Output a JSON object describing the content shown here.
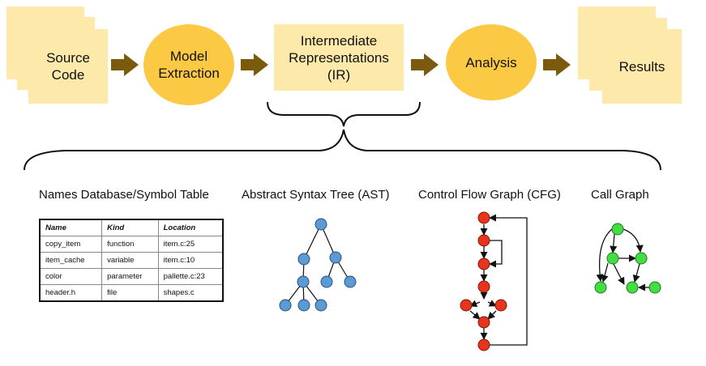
{
  "pipeline": {
    "source_code": "Source\nCode",
    "model_extraction": "Model\nExtraction",
    "ir": "Intermediate\nRepresentations\n(IR)",
    "analysis": "Analysis",
    "results": "Results"
  },
  "sections": {
    "symbol_table_title": "Names Database/Symbol Table",
    "ast_title": "Abstract Syntax Tree (AST)",
    "cfg_title": "Control Flow Graph (CFG)",
    "call_graph_title": "Call Graph"
  },
  "symbol_table": {
    "headers": [
      "Name",
      "Kind",
      "Location"
    ],
    "rows": [
      [
        "copy_item",
        "function",
        "item.c:25"
      ],
      [
        "item_cache",
        "variable",
        "item.c:10"
      ],
      [
        "color",
        "parameter",
        "pallette.c:23"
      ],
      [
        "header.h",
        "file",
        "shapes.c"
      ]
    ]
  },
  "colors": {
    "box_fill": "#fde9a9",
    "ellipse_fill": "#fcc945",
    "arrow": "#7b5a0c",
    "ast_node": "#5b9bd5",
    "cfg_node": "#e8341c",
    "call_node": "#44dd44"
  }
}
